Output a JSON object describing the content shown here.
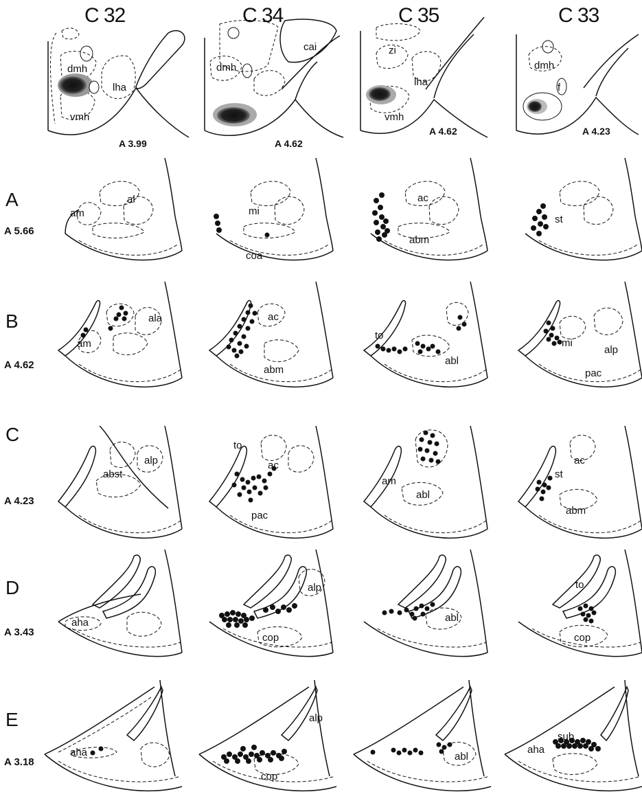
{
  "columns": [
    {
      "name": "C 32",
      "lesion_label": "A 3.99",
      "regions": [
        "dmh",
        "lha",
        "vmh"
      ]
    },
    {
      "name": "C 34",
      "lesion_label": "A 4.62",
      "regions": [
        "cai",
        "dmh"
      ]
    },
    {
      "name": "C 35",
      "lesion_label": "A 4.62",
      "regions": [
        "zi",
        "lha",
        "vmh"
      ]
    },
    {
      "name": "C 33",
      "lesion_label": "A 4.23",
      "regions": [
        "dmh",
        "f"
      ]
    }
  ],
  "rows": [
    {
      "letter": "A",
      "coord": "A 5.66",
      "labels": [
        [
          "am",
          "al"
        ],
        [
          "mi",
          "coa"
        ],
        [
          "ac",
          "abm"
        ],
        [
          "st"
        ]
      ]
    },
    {
      "letter": "B",
      "coord": "A 4.62",
      "labels": [
        [
          "ala",
          "am"
        ],
        [
          "ac",
          "abm"
        ],
        [
          "to",
          "abl"
        ],
        [
          "mi",
          "alp",
          "pac"
        ]
      ]
    },
    {
      "letter": "C",
      "coord": "A 4.23",
      "labels": [
        [
          "abst",
          "alp"
        ],
        [
          "to",
          "ac",
          "pac"
        ],
        [
          "am",
          "abl"
        ],
        [
          "st",
          "ac",
          "abm"
        ]
      ]
    },
    {
      "letter": "D",
      "coord": "A 3.43",
      "labels": [
        [
          "aha"
        ],
        [
          "alp",
          "cop"
        ],
        [
          "abl"
        ],
        [
          "to",
          "cop"
        ]
      ]
    },
    {
      "letter": "E",
      "coord": "A 3.18",
      "labels": [
        [
          "aha"
        ],
        [
          "alp",
          "cop"
        ],
        [
          "abl"
        ],
        [
          "sub",
          "aha"
        ]
      ]
    }
  ]
}
